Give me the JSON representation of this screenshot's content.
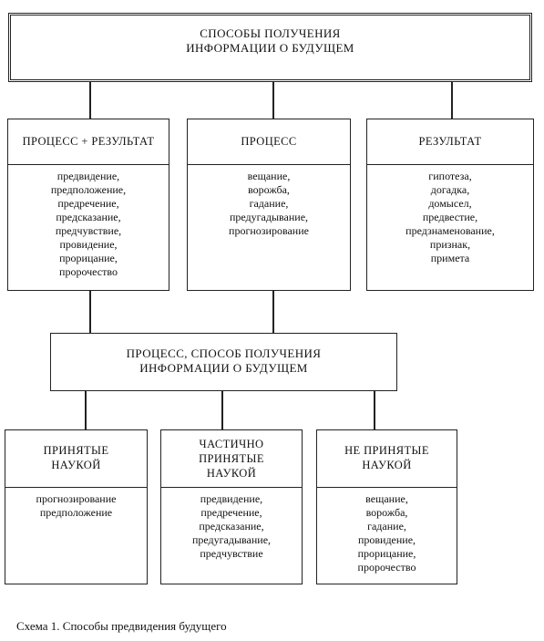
{
  "top": {
    "title": "СПОСОБЫ ПОЛУЧЕНИЯ\nИНФОРМАЦИИ О БУДУЩЕМ"
  },
  "level1": [
    {
      "title": "ПРОЦЕСС + РЕЗУЛЬТАТ",
      "items": [
        "предвидение,",
        "предположение,",
        "предречение,",
        "предсказание,",
        "предчувствие,",
        "провидение,",
        "прорицание,",
        "пророчество"
      ]
    },
    {
      "title": "ПРОЦЕСС",
      "items": [
        "вещание,",
        "ворожба,",
        "гадание,",
        "предугадывание,",
        "прогнозирование"
      ]
    },
    {
      "title": "РЕЗУЛЬТАТ",
      "items": [
        "гипотеза,",
        "догадка,",
        "домысел,",
        "предвестие,",
        "предзнаменование,",
        "признак,",
        "примета"
      ]
    }
  ],
  "middle": {
    "title": "ПРОЦЕСС, СПОСОБ ПОЛУЧЕНИЯ\nИНФОРМАЦИИ О БУДУЩЕМ"
  },
  "level2": [
    {
      "title": "ПРИНЯТЫЕ\nНАУКОЙ",
      "items": [
        "прогнозирование",
        "предположение"
      ]
    },
    {
      "title": "ЧАСТИЧНО\nПРИНЯТЫЕ\nНАУКОЙ",
      "items": [
        "предвидение,",
        "предречение,",
        "предсказание,",
        "предугадывание,",
        "предчувствие"
      ]
    },
    {
      "title": "НЕ ПРИНЯТЫЕ\nНАУКОЙ",
      "items": [
        "вещание,",
        "ворожба,",
        "гадание,",
        "провидение,",
        "прорицание,",
        "пророчество"
      ]
    }
  ],
  "caption": "Схема 1. Способы предвидения будущего"
}
